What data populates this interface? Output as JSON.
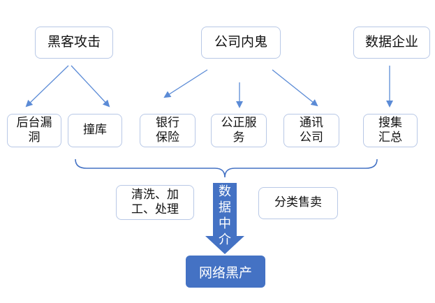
{
  "sources": [
    {
      "id": "hacker",
      "label": "黑客攻击"
    },
    {
      "id": "insider",
      "label": "公司内鬼"
    },
    {
      "id": "data-company",
      "label": "数据企业"
    }
  ],
  "methods": [
    {
      "id": "backend",
      "label": "后台漏\n洞"
    },
    {
      "id": "crash",
      "label": "撞库"
    },
    {
      "id": "bank",
      "label": "银行\n保险"
    },
    {
      "id": "notary",
      "label": "公正服\n务"
    },
    {
      "id": "telecom",
      "label": "通讯\n公司"
    },
    {
      "id": "collect",
      "label": "搜集\n汇总"
    }
  ],
  "processing": {
    "clean_label": "清洗、加\n工、处理",
    "sell_label": "分类售卖",
    "broker_label": "数\n据\n中\n介"
  },
  "result": {
    "label": "网络黑产"
  },
  "colors": {
    "accent": "#4472c4",
    "box_border": "#b8c8e6",
    "connector": "#5b8bd6"
  }
}
